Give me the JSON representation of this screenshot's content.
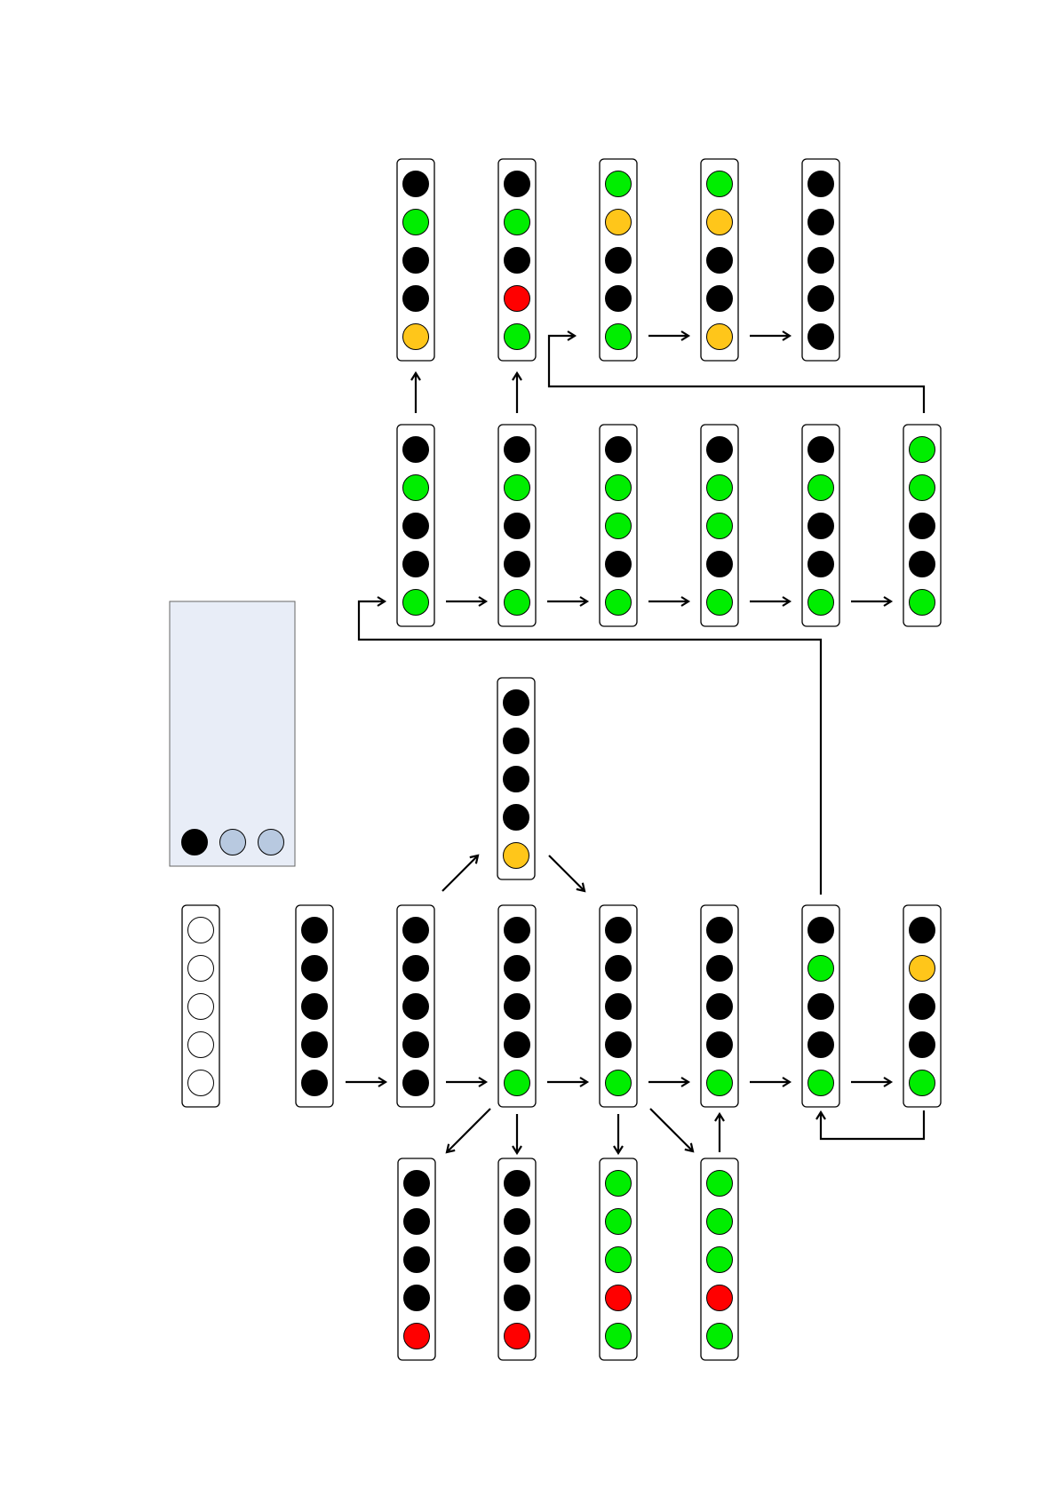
{
  "palette": {
    "off": "#000000",
    "empty": "#ffffff",
    "green": "#00ee00",
    "yellow": "#ffc61a",
    "red": "#ff0000",
    "legend_bg": "#e8edf7",
    "legend_dot": "#b8c9e0"
  },
  "legend": {
    "indicators": [
      "off",
      "legend_dot",
      "legend_dot"
    ]
  },
  "signals": [
    {
      "id": "t1",
      "lamps": [
        "off",
        "green",
        "off",
        "off",
        "yellow"
      ]
    },
    {
      "id": "t2",
      "lamps": [
        "off",
        "green",
        "off",
        "red",
        "green"
      ]
    },
    {
      "id": "t3",
      "lamps": [
        "green",
        "yellow",
        "off",
        "off",
        "green"
      ]
    },
    {
      "id": "t4",
      "lamps": [
        "green",
        "yellow",
        "off",
        "off",
        "yellow"
      ]
    },
    {
      "id": "t5",
      "lamps": [
        "off",
        "off",
        "off",
        "off",
        "off"
      ]
    },
    {
      "id": "m1",
      "lamps": [
        "off",
        "green",
        "off",
        "off",
        "green"
      ]
    },
    {
      "id": "m2",
      "lamps": [
        "off",
        "green",
        "off",
        "off",
        "green"
      ]
    },
    {
      "id": "m3",
      "lamps": [
        "off",
        "green",
        "green",
        "off",
        "green"
      ]
    },
    {
      "id": "m4",
      "lamps": [
        "off",
        "green",
        "green",
        "off",
        "green"
      ]
    },
    {
      "id": "m5",
      "lamps": [
        "off",
        "green",
        "off",
        "off",
        "green"
      ]
    },
    {
      "id": "m6",
      "lamps": [
        "green",
        "green",
        "off",
        "off",
        "green"
      ]
    },
    {
      "id": "c1",
      "lamps": [
        "off",
        "off",
        "off",
        "off",
        "yellow"
      ]
    },
    {
      "id": "b0",
      "lamps": [
        "empty",
        "empty",
        "empty",
        "empty",
        "empty"
      ]
    },
    {
      "id": "b1",
      "lamps": [
        "off",
        "off",
        "off",
        "off",
        "off"
      ]
    },
    {
      "id": "b2",
      "lamps": [
        "off",
        "off",
        "off",
        "off",
        "off"
      ]
    },
    {
      "id": "b3",
      "lamps": [
        "off",
        "off",
        "off",
        "off",
        "green"
      ]
    },
    {
      "id": "b4",
      "lamps": [
        "off",
        "off",
        "off",
        "off",
        "green"
      ]
    },
    {
      "id": "b5",
      "lamps": [
        "off",
        "off",
        "off",
        "off",
        "green"
      ]
    },
    {
      "id": "b6",
      "lamps": [
        "off",
        "green",
        "off",
        "off",
        "green"
      ]
    },
    {
      "id": "b7",
      "lamps": [
        "off",
        "yellow",
        "off",
        "off",
        "green"
      ]
    },
    {
      "id": "l1",
      "lamps": [
        "off",
        "off",
        "off",
        "off",
        "red"
      ]
    },
    {
      "id": "l2",
      "lamps": [
        "off",
        "off",
        "off",
        "off",
        "red"
      ]
    },
    {
      "id": "l3",
      "lamps": [
        "green",
        "green",
        "green",
        "red",
        "green"
      ]
    },
    {
      "id": "l4",
      "lamps": [
        "green",
        "green",
        "green",
        "red",
        "green"
      ]
    }
  ]
}
